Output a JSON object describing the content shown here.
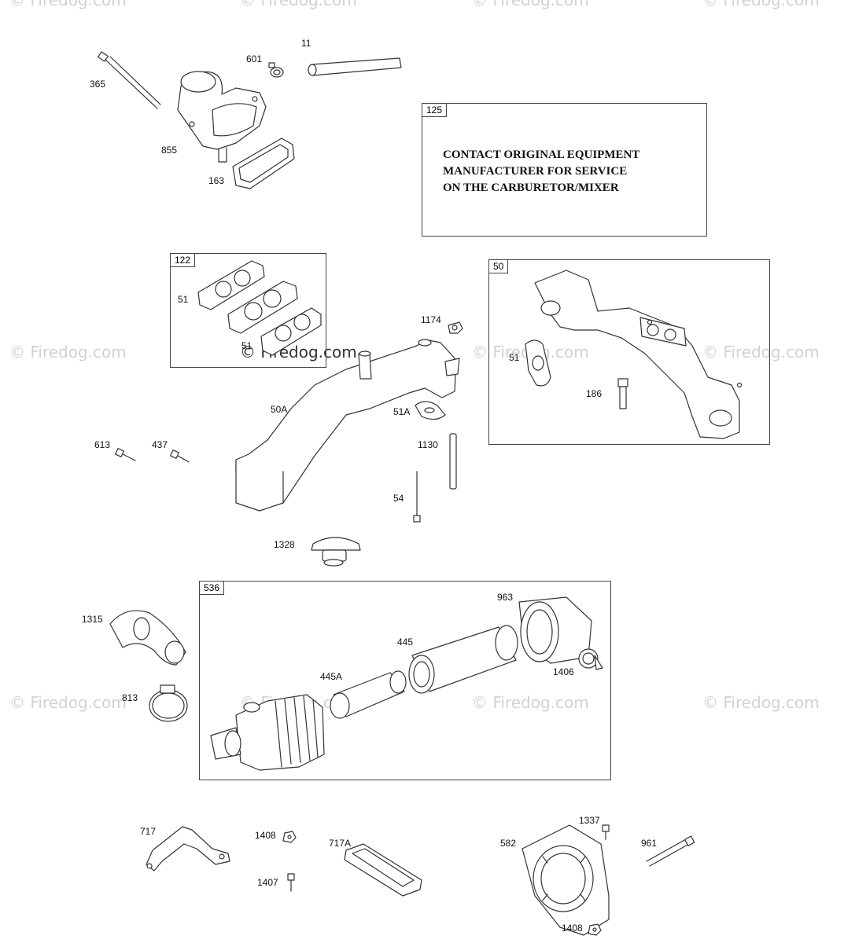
{
  "watermark": "© Firedog.com",
  "notice": {
    "box_label": "125",
    "lines": [
      "CONTACT ORIGINAL EQUIPMENT",
      "MANUFACTURER FOR SERVICE",
      "ON THE CARBURETOR/MIXER"
    ]
  },
  "kits": {
    "k122": "122",
    "k50": "50",
    "k536": "536"
  },
  "labels": {
    "p365": "365",
    "p601": "601",
    "p11": "11",
    "p855": "855",
    "p163": "163",
    "p51a": "51",
    "p51b": "51",
    "p1174": "1174",
    "p50A": "50A",
    "p51A": "51A",
    "p1130": "1130",
    "p613": "613",
    "p437": "437",
    "p54": "54",
    "p51c": "51",
    "p186": "186",
    "p1328": "1328",
    "p1315": "1315",
    "p813": "813",
    "p963": "963",
    "p445": "445",
    "p445A": "445A",
    "p1406": "1406",
    "p717": "717",
    "p1408a": "1408",
    "p717A": "717A",
    "p1407": "1407",
    "p582": "582",
    "p1337": "1337",
    "p961": "961",
    "p1408b": "1408"
  }
}
